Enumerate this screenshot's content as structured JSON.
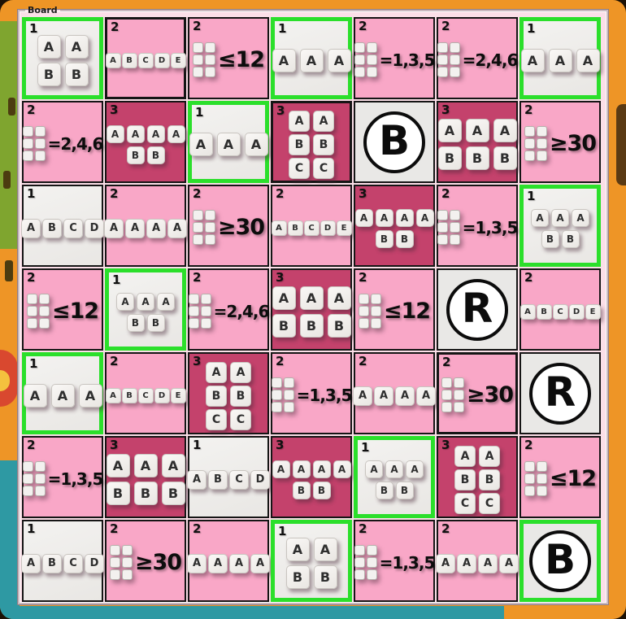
{
  "board": {
    "label": "Board",
    "colors": {
      "pink_cell": "#F9A7C7",
      "dark_pink_cell": "#C4426C",
      "white_cell": "#EFEDEA",
      "circle_cell_bg": "#E9E8E6",
      "green_highlight": "#2BDF2B",
      "cell_border": "#151515",
      "board_bg": "#FBDFE8",
      "frame_orange": "#EE9526",
      "frame_green": "#7FA52F",
      "frame_teal": "#2E99A3"
    },
    "cells": [
      {
        "row": 0,
        "col": 0,
        "number": "1",
        "kind": "tiles",
        "bg": "white",
        "green": true,
        "tile_rows": [
          "AA",
          "BB"
        ],
        "tile_size": "lg"
      },
      {
        "row": 0,
        "col": 1,
        "number": "2",
        "kind": "tiles",
        "bg": "pink",
        "heavy": true,
        "tile_rows": [
          "ABCDE"
        ],
        "tile_size": "sm"
      },
      {
        "row": 0,
        "col": 2,
        "number": "2",
        "kind": "dice",
        "bg": "pink",
        "condition": "≤12"
      },
      {
        "row": 0,
        "col": 3,
        "number": "1",
        "kind": "tiles",
        "bg": "white",
        "green": true,
        "tile_rows": [
          "AAA"
        ],
        "tile_size": "lg"
      },
      {
        "row": 0,
        "col": 4,
        "number": "2",
        "kind": "dice",
        "bg": "pink",
        "condition": "=1,3,5"
      },
      {
        "row": 0,
        "col": 5,
        "number": "2",
        "kind": "dice",
        "bg": "pink",
        "condition": "=2,4,6"
      },
      {
        "row": 0,
        "col": 6,
        "number": "1",
        "kind": "tiles",
        "bg": "white",
        "green": true,
        "tile_rows": [
          "AAA"
        ],
        "tile_size": "lg"
      },
      {
        "row": 1,
        "col": 0,
        "number": "2",
        "kind": "dice",
        "bg": "pink",
        "condition": "=2,4,6"
      },
      {
        "row": 1,
        "col": 1,
        "number": "3",
        "kind": "tiles",
        "bg": "dark",
        "tile_rows": [
          "AAAA",
          "BB"
        ],
        "tile_size": "xs"
      },
      {
        "row": 1,
        "col": 2,
        "number": "1",
        "kind": "tiles",
        "bg": "white",
        "green": true,
        "tile_rows": [
          "AAA"
        ],
        "tile_size": "lg"
      },
      {
        "row": 1,
        "col": 3,
        "number": "3",
        "kind": "tiles",
        "bg": "dark",
        "heavy": true,
        "tile_rows": [
          "AA",
          "BB",
          "CC"
        ],
        "tile_size": "lg3"
      },
      {
        "row": 1,
        "col": 4,
        "number": "",
        "kind": "circle",
        "bg": "circle",
        "letter": "B"
      },
      {
        "row": 1,
        "col": 5,
        "number": "3",
        "kind": "tiles",
        "bg": "dark",
        "tile_rows": [
          "AAA",
          "BBB"
        ],
        "tile_size": "lg"
      },
      {
        "row": 1,
        "col": 6,
        "number": "2",
        "kind": "dice",
        "bg": "pink",
        "condition": "≥30"
      },
      {
        "row": 2,
        "col": 0,
        "number": "1",
        "kind": "tiles",
        "bg": "white",
        "tile_rows": [
          "ABCD"
        ],
        "tile_size": "md"
      },
      {
        "row": 2,
        "col": 1,
        "number": "2",
        "kind": "tiles",
        "bg": "pink",
        "tile_rows": [
          "AAAA"
        ],
        "tile_size": "md"
      },
      {
        "row": 2,
        "col": 2,
        "number": "2",
        "kind": "dice",
        "bg": "pink",
        "condition": "≥30"
      },
      {
        "row": 2,
        "col": 3,
        "number": "2",
        "kind": "tiles",
        "bg": "pink",
        "tile_rows": [
          "ABCDE"
        ],
        "tile_size": "sm"
      },
      {
        "row": 2,
        "col": 4,
        "number": "3",
        "kind": "tiles",
        "bg": "dark",
        "tile_rows": [
          "AAAA",
          "BB"
        ],
        "tile_size": "xs"
      },
      {
        "row": 2,
        "col": 5,
        "number": "2",
        "kind": "dice",
        "bg": "pink",
        "condition": "=1,3,5"
      },
      {
        "row": 2,
        "col": 6,
        "number": "1",
        "kind": "tiles",
        "bg": "white",
        "green": true,
        "tile_rows": [
          "AAA",
          "BB"
        ],
        "tile_size": "xs"
      },
      {
        "row": 3,
        "col": 0,
        "number": "2",
        "kind": "dice",
        "bg": "pink",
        "condition": "≤12"
      },
      {
        "row": 3,
        "col": 1,
        "number": "1",
        "kind": "tiles",
        "bg": "white",
        "green": true,
        "tile_rows": [
          "AAA",
          "BB"
        ],
        "tile_size": "xs"
      },
      {
        "row": 3,
        "col": 2,
        "number": "2",
        "kind": "dice",
        "bg": "pink",
        "condition": "=2,4,6"
      },
      {
        "row": 3,
        "col": 3,
        "number": "3",
        "kind": "tiles",
        "bg": "dark",
        "tile_rows": [
          "AAA",
          "BBB"
        ],
        "tile_size": "lg"
      },
      {
        "row": 3,
        "col": 4,
        "number": "2",
        "kind": "dice",
        "bg": "pink",
        "condition": "≤12"
      },
      {
        "row": 3,
        "col": 5,
        "number": "",
        "kind": "circle",
        "bg": "circle",
        "letter": "R"
      },
      {
        "row": 3,
        "col": 6,
        "number": "2",
        "kind": "tiles",
        "bg": "pink",
        "tile_rows": [
          "ABCDE"
        ],
        "tile_size": "sm"
      },
      {
        "row": 4,
        "col": 0,
        "number": "1",
        "kind": "tiles",
        "bg": "white",
        "green": true,
        "tile_rows": [
          "AAA"
        ],
        "tile_size": "lg"
      },
      {
        "row": 4,
        "col": 1,
        "number": "2",
        "kind": "tiles",
        "bg": "pink",
        "tile_rows": [
          "ABCDE"
        ],
        "tile_size": "sm"
      },
      {
        "row": 4,
        "col": 2,
        "number": "3",
        "kind": "tiles",
        "bg": "dark",
        "tile_rows": [
          "AA",
          "BB",
          "CC"
        ],
        "tile_size": "lg3"
      },
      {
        "row": 4,
        "col": 3,
        "number": "2",
        "kind": "dice",
        "bg": "pink",
        "condition": "=1,3,5"
      },
      {
        "row": 4,
        "col": 4,
        "number": "2",
        "kind": "tiles",
        "bg": "pink",
        "tile_rows": [
          "AAAA"
        ],
        "tile_size": "md"
      },
      {
        "row": 4,
        "col": 5,
        "number": "2",
        "kind": "dice",
        "bg": "pink",
        "heavy": true,
        "condition": "≥30"
      },
      {
        "row": 4,
        "col": 6,
        "number": "",
        "kind": "circle",
        "bg": "circle",
        "letter": "R"
      },
      {
        "row": 5,
        "col": 0,
        "number": "2",
        "kind": "dice",
        "bg": "pink",
        "condition": "=1,3,5"
      },
      {
        "row": 5,
        "col": 1,
        "number": "3",
        "kind": "tiles",
        "bg": "dark",
        "tile_rows": [
          "AAA",
          "BBB"
        ],
        "tile_size": "lg"
      },
      {
        "row": 5,
        "col": 2,
        "number": "1",
        "kind": "tiles",
        "bg": "white",
        "tile_rows": [
          "ABCD"
        ],
        "tile_size": "md"
      },
      {
        "row": 5,
        "col": 3,
        "number": "3",
        "kind": "tiles",
        "bg": "dark",
        "tile_rows": [
          "AAAA",
          "BB"
        ],
        "tile_size": "xs"
      },
      {
        "row": 5,
        "col": 4,
        "number": "1",
        "kind": "tiles",
        "bg": "white",
        "green": true,
        "tile_rows": [
          "AAA",
          "BB"
        ],
        "tile_size": "xs"
      },
      {
        "row": 5,
        "col": 5,
        "number": "3",
        "kind": "tiles",
        "bg": "dark",
        "tile_rows": [
          "AA",
          "BB",
          "CC"
        ],
        "tile_size": "lg3"
      },
      {
        "row": 5,
        "col": 6,
        "number": "2",
        "kind": "dice",
        "bg": "pink",
        "condition": "≤12"
      },
      {
        "row": 6,
        "col": 0,
        "number": "1",
        "kind": "tiles",
        "bg": "white",
        "tile_rows": [
          "ABCD"
        ],
        "tile_size": "md"
      },
      {
        "row": 6,
        "col": 1,
        "number": "2",
        "kind": "dice",
        "bg": "pink",
        "condition": "≥30"
      },
      {
        "row": 6,
        "col": 2,
        "number": "2",
        "kind": "tiles",
        "bg": "pink",
        "tile_rows": [
          "AAAA"
        ],
        "tile_size": "md"
      },
      {
        "row": 6,
        "col": 3,
        "number": "1",
        "kind": "tiles",
        "bg": "white",
        "green": true,
        "tile_rows": [
          "AA",
          "BB"
        ],
        "tile_size": "lg"
      },
      {
        "row": 6,
        "col": 4,
        "number": "2",
        "kind": "dice",
        "bg": "pink",
        "condition": "=1,3,5"
      },
      {
        "row": 6,
        "col": 5,
        "number": "2",
        "kind": "tiles",
        "bg": "pink",
        "tile_rows": [
          "AAAA"
        ],
        "tile_size": "md"
      },
      {
        "row": 6,
        "col": 6,
        "number": "",
        "kind": "circle",
        "bg": "circle",
        "green": true,
        "letter": "B"
      }
    ]
  }
}
